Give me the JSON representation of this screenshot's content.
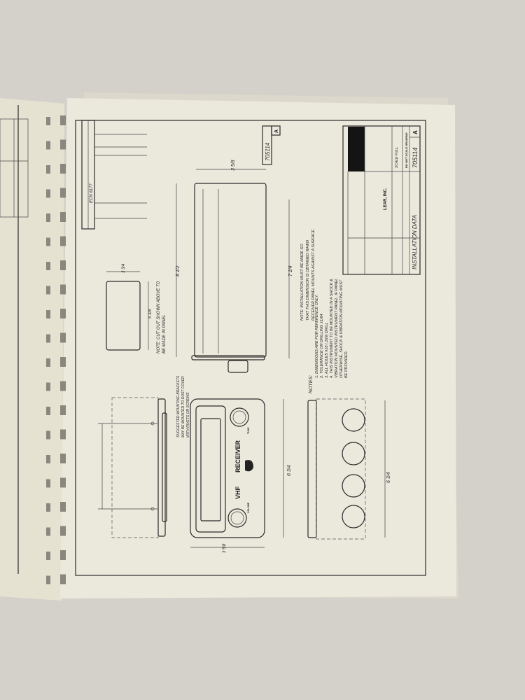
{
  "colors": {
    "wall": "#d3d1ca",
    "paper": "#ebe8dc",
    "paper_left": "#e6e2d2",
    "ink": "#2a2a2a"
  },
  "drawing": {
    "drawing_number": "705114",
    "revision": "A",
    "title": "INSTALLATION DATA",
    "company": "LEAR, INC.",
    "do_not_scale": "DO NOT SCALE DRAWING",
    "scale": "SCALE FULL",
    "front_panel": {
      "brand_line1": "VHF",
      "brand_line2": "RECEIVER",
      "left_knob": "VOLUME",
      "right_knob": "TUNE"
    },
    "cutout_note": [
      "NOTE: CUT OUT SHOWN ABOVE TO",
      "BE MADE IN PANEL"
    ],
    "bracket_note": [
      "SUGGESTED MOUNTING BRACKETS",
      "MAY BE MOUNTED TO DUST COVER",
      "WITH RIVETS OR SCREWS"
    ],
    "install_note": [
      "NOTE: INSTALLATION MUST BE MADE SO",
      "THAT THIS DIMENSION IS OBTAINED WHEN",
      "RECEIVER PANEL MOUNTS AGAINST A SURFACE"
    ],
    "notes_heading": "NOTES:",
    "notes": [
      "1. DIMENSIONS ARE FOR REFERENCE ONLY.",
      "2. TOLERANCE ON DRILLING ±1/64",
      "3. ALL HOLES #18 (.169) DRILL",
      "4. THIS INSTRUMENT TO BE MOUNTED IN A SHOCK &",
      "VIBRATION MOUNTED INSTRUMENT PANEL. IF PANEL",
      "OTHERWISE, SHOCK & VIBRATION MOUNTING MUST",
      "BE PROVIDED."
    ],
    "dimensions": {
      "top_width": "3 5/8",
      "side_height": "8 1/2",
      "overall_depth": "7 1/4",
      "cutout_w": "3 3/4",
      "cutout_h": "6 3/8",
      "front_w": "3 5/8",
      "front_h": "6 3/4",
      "rear_h": "6 3/4"
    },
    "revision_block": {
      "entry": "ECN 6177"
    }
  }
}
